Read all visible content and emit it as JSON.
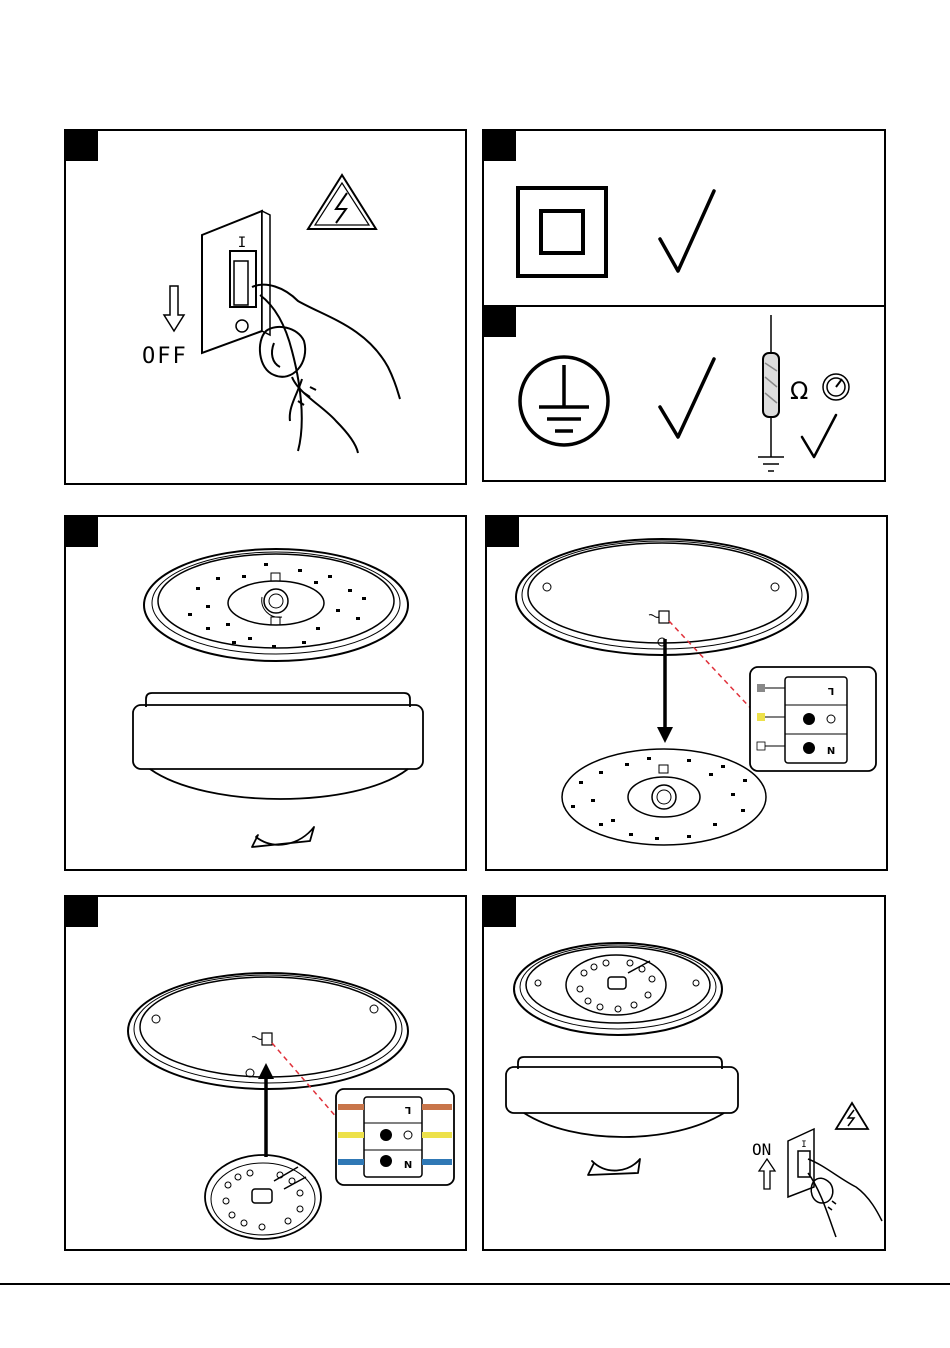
{
  "steps": {
    "power_off": {
      "label": "OFF",
      "switch_mark": "I"
    },
    "omega": {
      "symbol": "Ω"
    },
    "terminal_step4": {
      "L": "L",
      "N": "N"
    },
    "terminal_step5": {
      "L": "L",
      "N": "N"
    },
    "power_on": {
      "label": "ON",
      "switch_mark": "I"
    }
  },
  "colors": {
    "brown": "#c8754a",
    "yellow": "#ede14a",
    "blue": "#2f78b5",
    "red_dash": "#e0303a",
    "gray": "#888888"
  }
}
